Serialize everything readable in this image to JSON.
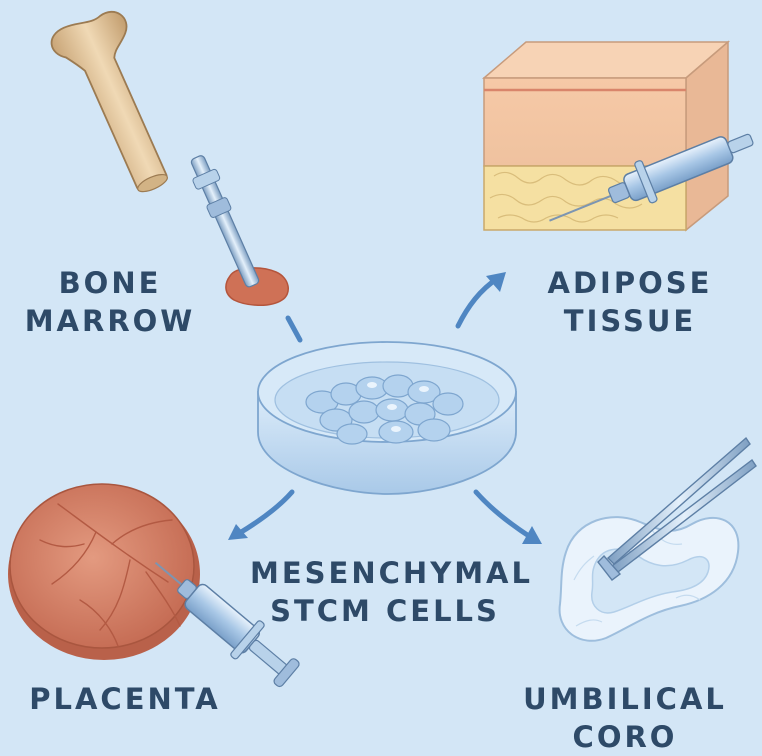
{
  "labels": {
    "bone_marrow": [
      "BONE",
      "MARROW"
    ],
    "adipose_tissue": [
      "ADIPOSE",
      "TISSUE"
    ],
    "center": [
      "MESENCHYMAL",
      "STCM CELLS"
    ],
    "placenta": [
      "PLACENTA"
    ],
    "umbilical_cord": [
      "UMBILICAL",
      "CORO"
    ]
  },
  "icons": {
    "bone": "bone-with-biopsy-needle-icon",
    "adipose": "skin-tissue-block-with-syringe-icon",
    "dish": "petri-dish-with-cells-icon",
    "placenta": "placenta-with-syringe-icon",
    "cord": "umbilical-cord-with-forceps-icon"
  },
  "colors": {
    "background": "#d3e6f6",
    "label": "#2e4a68",
    "arrow": "#4f86c2",
    "bone": "#e2c49a",
    "tissue_skin": "#f3c9a8",
    "tissue_fat": "#f6e3a8",
    "placenta": "#d8836a",
    "cord": "#eef5fc",
    "glass": "#bcd8f0"
  }
}
